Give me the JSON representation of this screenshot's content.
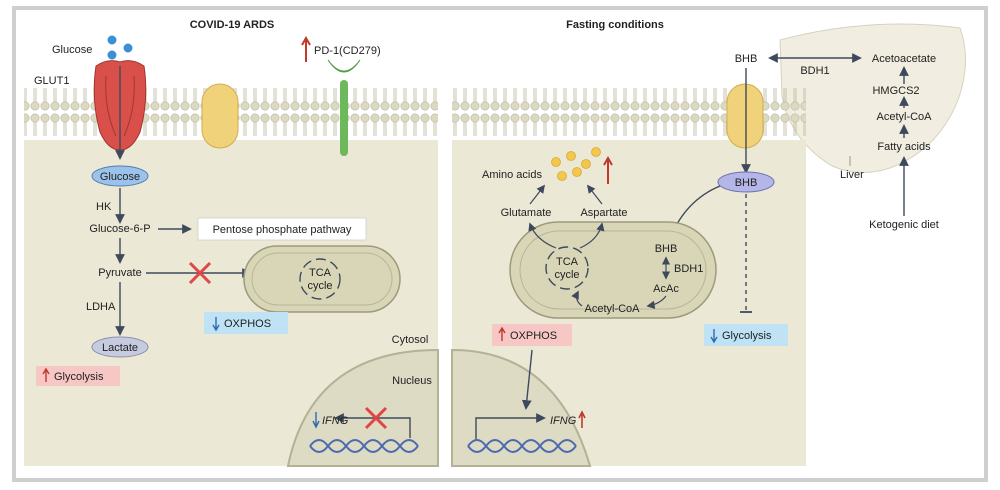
{
  "panels": {
    "left_title": "COVID-19 ARDS",
    "right_title": "Fasting conditions"
  },
  "left": {
    "glucose_top": "Glucose",
    "glut1": "GLUT1",
    "pd1": "PD-1(CD279)",
    "glucose_pill": "Glucose",
    "hk": "HK",
    "g6p": "Glucose-6-P",
    "ppp": "Pentose phosphate pathway",
    "pyruvate": "Pyruvate",
    "tca_1": "TCA",
    "tca_2": "cycle",
    "ldha": "LDHA",
    "lactate": "Lactate",
    "oxphos": "OXPHOS",
    "glycolysis": "Glycolysis",
    "cytosol": "Cytosol",
    "nucleus": "Nucleus",
    "ifng": "IFNG"
  },
  "right": {
    "amino_acids": "Amino acids",
    "glutamate": "Glutamate",
    "aspartate": "Aspartate",
    "tca_1": "TCA",
    "tca_2": "cycle",
    "bhb_inner": "BHB",
    "bdh1_inner": "BDH1",
    "acac": "AcAc",
    "acetyl_coa_inner": "Acetyl-CoA",
    "oxphos": "OXPHOS",
    "ifng": "IFNG",
    "bhb_pill": "BHB",
    "glycolysis": "Glycolysis",
    "bhb_top": "BHB",
    "bdh1_top": "BDH1",
    "acetoacetate": "Acetoacetate",
    "hmgcs2": "HMGCS2",
    "acetyl_coa": "Acetyl-CoA",
    "fatty_acids": "Fatty acids",
    "liver": "Liver",
    "ketogenic_diet": "Ketogenic diet"
  },
  "colors": {
    "cell_bg": "#ebe8d6",
    "membrane_head": "#dcd9c2",
    "glut1": "#d9504a",
    "pd1": "#6cb85a",
    "channel": "#f0d27a",
    "mito": "#d9d6b8",
    "up_arrow": "#c0392b",
    "down_arrow": "#2b6cb0",
    "increase_box": "#f6c7c4",
    "decrease_box": "#bfe3f4",
    "glucose_pill": "#9bc3ea",
    "lactate_pill": "#c7cbe0",
    "bhb_pill": "#b3b6e6",
    "glucose_dot": "#3b8fd4",
    "amino_dot": "#f2c74a",
    "inhibit_x": "#e04646",
    "arrow": "#3e4a5c",
    "dna": "#4f6bb0"
  }
}
